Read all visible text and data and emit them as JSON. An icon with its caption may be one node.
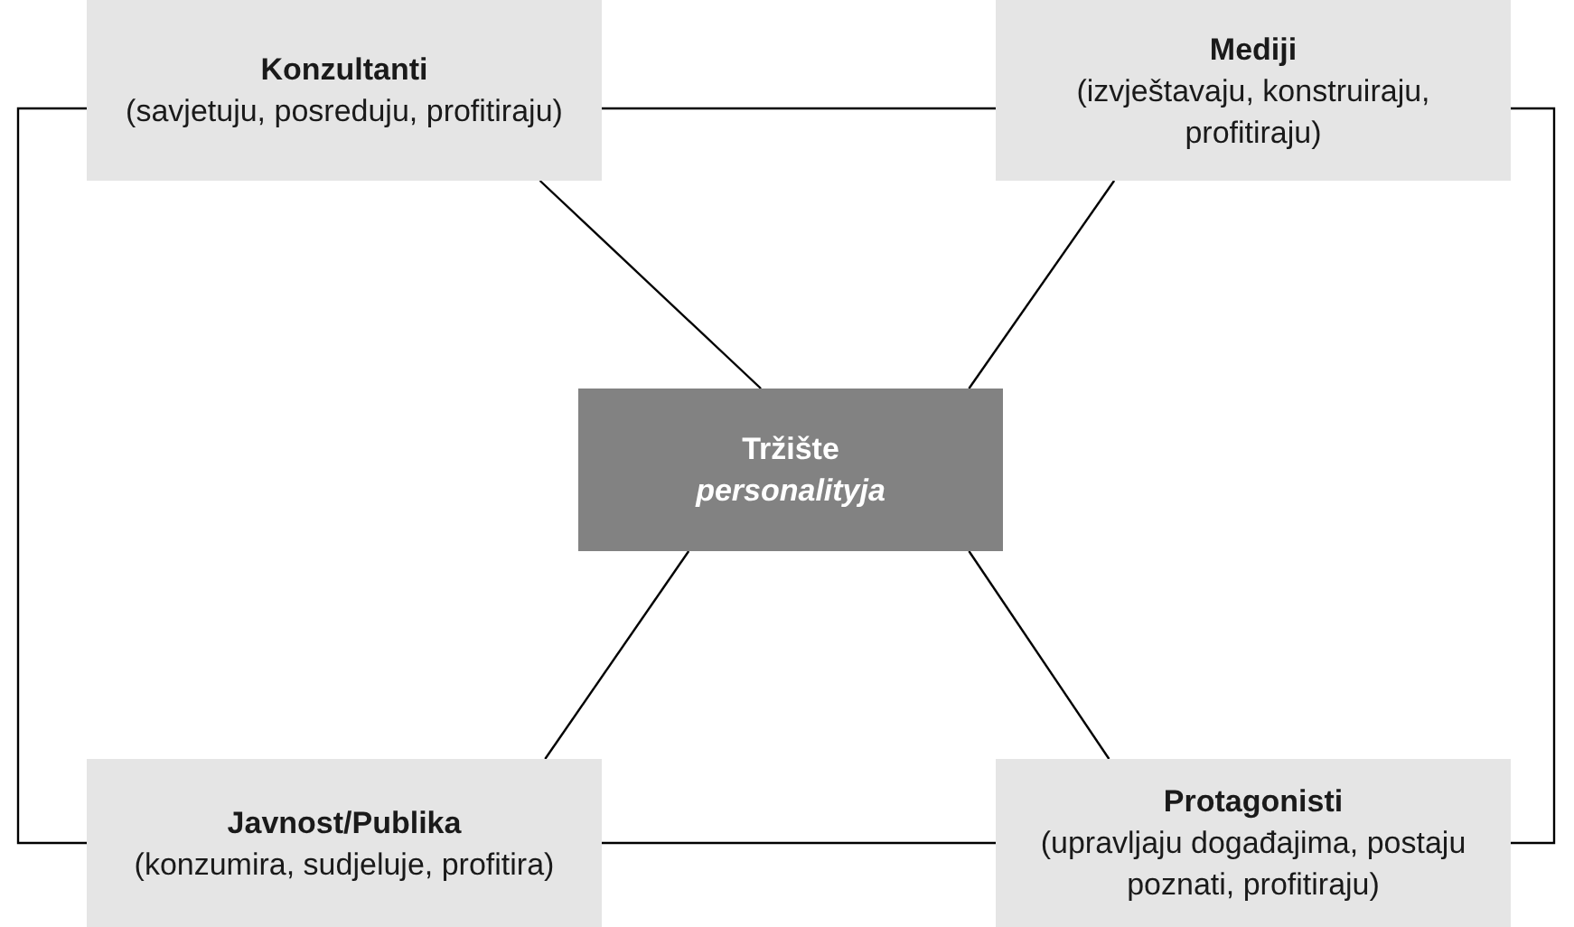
{
  "diagram": {
    "nodes": [
      {
        "text": [
          "Konzultanti",
          "(savjetuju, posreduju, profitiraju)"
        ]
      },
      {
        "text": [
          "Mediji",
          "(izvještavaju, konstruiraju, profitiraju)"
        ]
      },
      {
        "text": [
          "Tržište",
          "*personalityja*"
        ]
      },
      {
        "text": [
          "Javnost/Publika",
          "(konzumira, sudjeluje, profitira)"
        ]
      },
      {
        "text": [
          "Protagonisti",
          "(upravljaju događajima, postaju poznati, profitiraju)"
        ]
      }
    ],
    "edges": [
      {
        "from": 0,
        "to": 1,
        "arrow": "none"
      },
      {
        "from": 0,
        "to": 2,
        "arrow": "none"
      },
      {
        "from": 1,
        "to": 2,
        "arrow": "none"
      },
      {
        "from": 2,
        "to": 3,
        "arrow": "none"
      },
      {
        "from": 2,
        "to": 4,
        "arrow": "none"
      },
      {
        "from": 3,
        "to": 4,
        "arrow": "none"
      },
      {
        "from": 0,
        "to": 3,
        "arrow": "none"
      },
      {
        "from": 1,
        "to": 4,
        "arrow": "none"
      }
    ]
  }
}
